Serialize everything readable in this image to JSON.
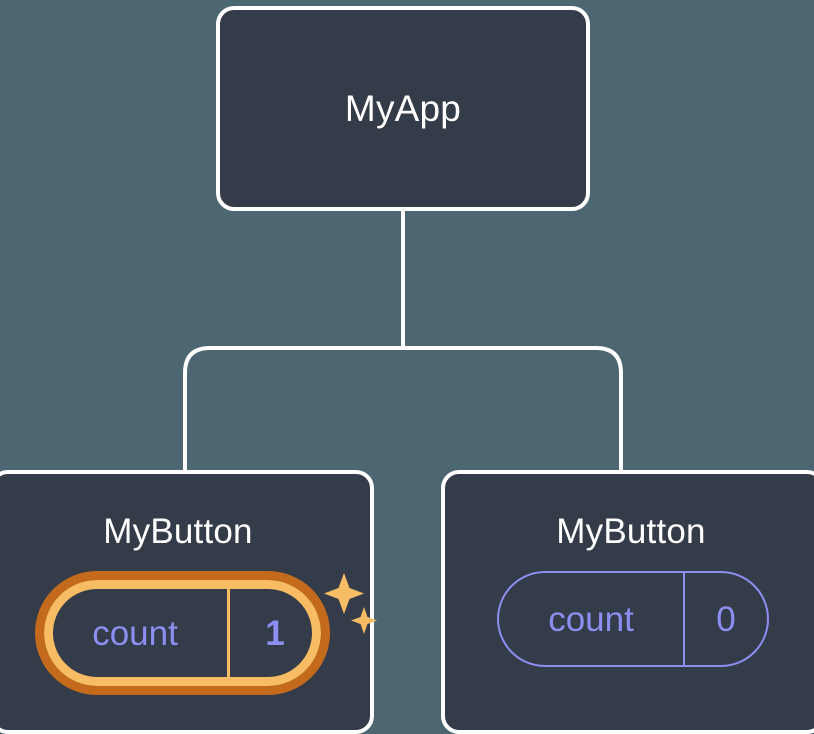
{
  "diagram": {
    "type": "component-tree",
    "background_color": "#4c6672",
    "node_fill_color": "#343b49",
    "node_border_color": "#ffffff",
    "connector_color": "#ffffff",
    "state_accent_color": "#8c8ef0",
    "highlight_outer_color": "#c46a1c",
    "highlight_inner_color": "#f8bc64",
    "sparkle_color": "#f8bc64"
  },
  "root": {
    "title": "MyApp"
  },
  "children": [
    {
      "title": "MyButton",
      "state": {
        "key": "count",
        "value": "1"
      },
      "highlighted": true,
      "sparkle_icon": "sparkles-icon"
    },
    {
      "title": "MyButton",
      "state": {
        "key": "count",
        "value": "0"
      },
      "highlighted": false
    }
  ]
}
